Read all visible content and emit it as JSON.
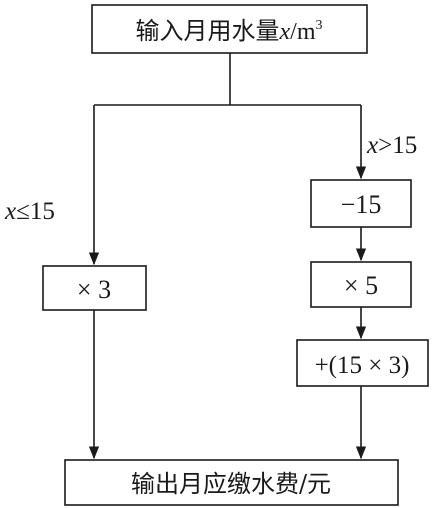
{
  "flowchart": {
    "input_box": {
      "text_main": "输入月用水量",
      "var": "x",
      "unit": "/m",
      "sup": "3"
    },
    "branch_left": {
      "label_var": "x",
      "label_rest": "≤15"
    },
    "branch_right": {
      "label_var": "x",
      "label_rest": ">15"
    },
    "times3_box": {
      "text": "× 3"
    },
    "minus15_box": {
      "text": "−15"
    },
    "times5_box": {
      "text": "× 5"
    },
    "plus_box": {
      "text": "+(15 × 3)"
    },
    "output_box": {
      "text": "输出月应缴水费/元"
    }
  }
}
